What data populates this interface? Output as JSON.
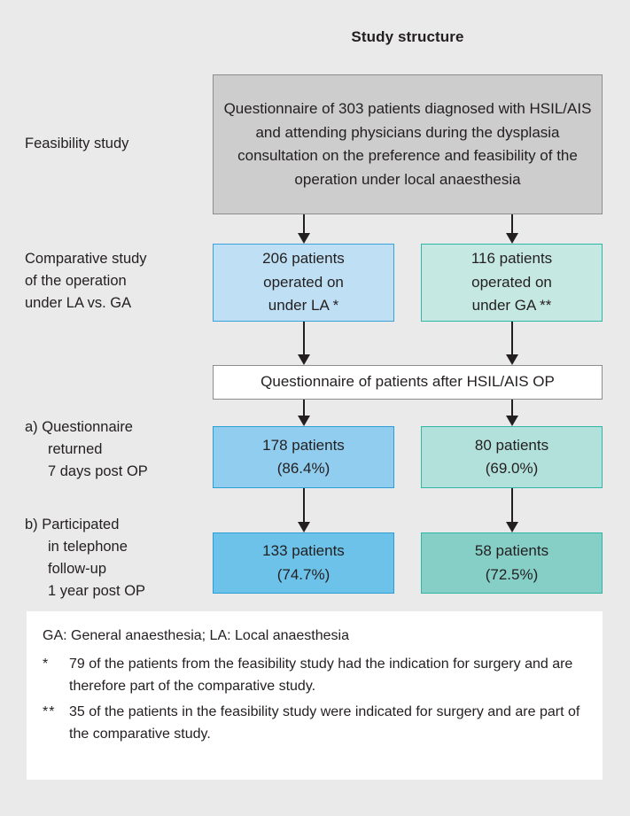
{
  "title": "Study structure",
  "background_color": "#eaeaea",
  "row_labels": {
    "feasibility": "Feasibility study",
    "comparative": "Comparative study\nof the operation\nunder LA vs. GA",
    "returned": "a) Questionnaire\nreturned\n7 days post OP",
    "telephone": "b) Participated\nin telephone\nfollow-up\n1 year post OP"
  },
  "boxes": {
    "top_gray": {
      "text": "Questionnaire of 303 patients diagnosed with HSIL/AIS and attending physicians during the dysplasia consultation on the preference and feasibility of the operation under local anaesthesia",
      "fill": "#cdcdcd",
      "border": "#8d8d8d"
    },
    "la_group": {
      "text": "206 patients\noperated on\nunder LA *",
      "fill": "#bfe0f4",
      "border": "#3aa2da"
    },
    "ga_group": {
      "text": "116 patients\noperated on\nunder GA **",
      "fill": "#c6e8e2",
      "border": "#2eb7a6"
    },
    "questionnaire_after_op": {
      "text": "Questionnaire of patients after HSIL/AIS OP",
      "fill": "#ffffff",
      "border": "#8d8d8d"
    },
    "la_returned": {
      "text": "178 patients\n(86.4%)",
      "fill": "#90cdee",
      "border": "#2b9ed8"
    },
    "ga_returned": {
      "text": "80 patients\n(69.0%)",
      "fill": "#b2e0da",
      "border": "#2eb7a6"
    },
    "la_followup": {
      "text": "133 patients\n(74.7%)",
      "fill": "#6cc2e9",
      "border": "#2b9ed8"
    },
    "ga_followup": {
      "text": "58 patients\n(72.5%)",
      "fill": "#86cfc6",
      "border": "#2eb7a6"
    }
  },
  "footnotes": {
    "abbreviations": "GA: General anaesthesia; LA: Local anaesthesia",
    "items": [
      {
        "mark": "*",
        "text": "79 of the patients from the feasibility study had the indication for surgery and are therefore part of the comparative study."
      },
      {
        "mark": "**",
        "text": "35 of the patients in the feasibility study were indicated for surgery and are part of the comparative study."
      }
    ]
  }
}
